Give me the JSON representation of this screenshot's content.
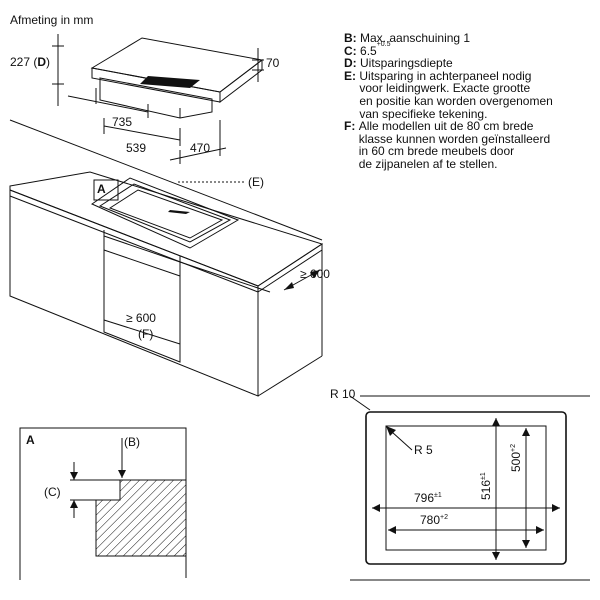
{
  "title": "Afmeting in mm",
  "notes": [
    {
      "key": "B",
      "text": "Max. aanschuining 1"
    },
    {
      "key": "C",
      "text": "6.5",
      "sup": "+0.5"
    },
    {
      "key": "D",
      "text": "Uitsparingsdiepte"
    },
    {
      "key": "E",
      "text": "Uitsparing in achterpaneel nodig\nvoor leidingwerk. Exacte grootte\nen positie kan worden overgenomen\nvan specifieke tekening."
    },
    {
      "key": "F",
      "text": "Alle modellen uit de 80 cm brede\nklasse kunnen worden geïnstalleerd\nin 60 cm brede meubels door\nde zijpanelen af te stellen."
    }
  ],
  "hob_dims": {
    "d_value": "227",
    "d_open": " (",
    "d_key": "D",
    "d_close": ")",
    "height": "70",
    "width": "735",
    "cut_width": "539",
    "depth": "470"
  },
  "counter": {
    "e_label": "(E)",
    "a_label": "A",
    "depth_min": "≥ 600",
    "f_width": "≥ 600",
    "f_label": "(F)"
  },
  "detail_a": {
    "label": "A",
    "b_label": "(B)",
    "c_label": "(C)"
  },
  "cutout": {
    "r_outer": "R 10",
    "r_inner": "R 5",
    "w_inner": "780",
    "w_inner_tol": "+2",
    "w_outer": "796",
    "w_outer_tol": "±1",
    "h_outer": "516",
    "h_outer_tol": "±1",
    "h_inner": "500",
    "h_inner_tol": "+2"
  }
}
